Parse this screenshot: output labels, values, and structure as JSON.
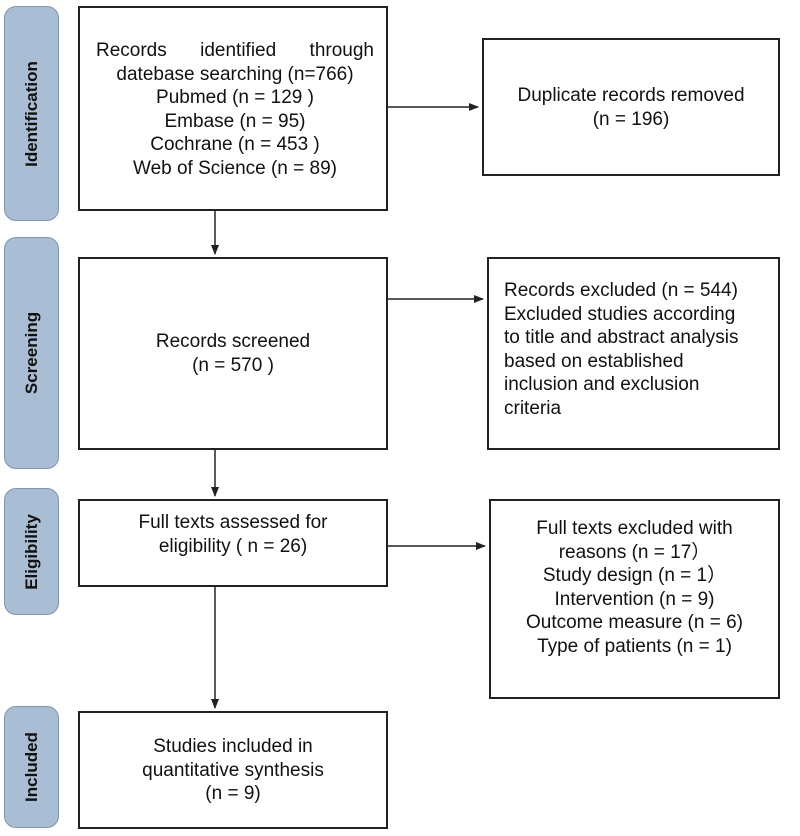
{
  "stages": {
    "identification": "Identification",
    "screening": "Screening",
    "eligibility": "Eligibility",
    "included": "Included"
  },
  "identified_box": {
    "lines": [
      "Records identified through",
      "datebase searching (n=766)",
      "Pubmed (n = 129 )",
      "Embase (n = 95)",
      "Cochrane (n = 453 )",
      "Web of Science (n = 89)"
    ]
  },
  "duplicates_box": {
    "lines": [
      "Duplicate records removed",
      "(n = 196)"
    ]
  },
  "screened_box": {
    "lines": [
      "Records screened",
      "(n = 570 )"
    ]
  },
  "excluded_box": {
    "lines": [
      "Records excluded (n = 544)",
      "Excluded studies according",
      "to title and abstract analysis",
      "based on established",
      "inclusion and exclusion",
      "criteria"
    ]
  },
  "fulltext_box": {
    "lines": [
      "Full texts assessed for",
      "eligibility ( n = 26)"
    ]
  },
  "fulltext_excluded_box": {
    "lines": [
      "Full texts excluded with",
      "reasons (n = 17）",
      "Study design (n = 1）",
      "Intervention (n = 9)",
      "Outcome measure (n = 6)",
      "Type of patients (n = 1)"
    ]
  },
  "included_box": {
    "lines": [
      "Studies included in",
      "quantitative synthesis",
      "(n = 9)"
    ]
  }
}
